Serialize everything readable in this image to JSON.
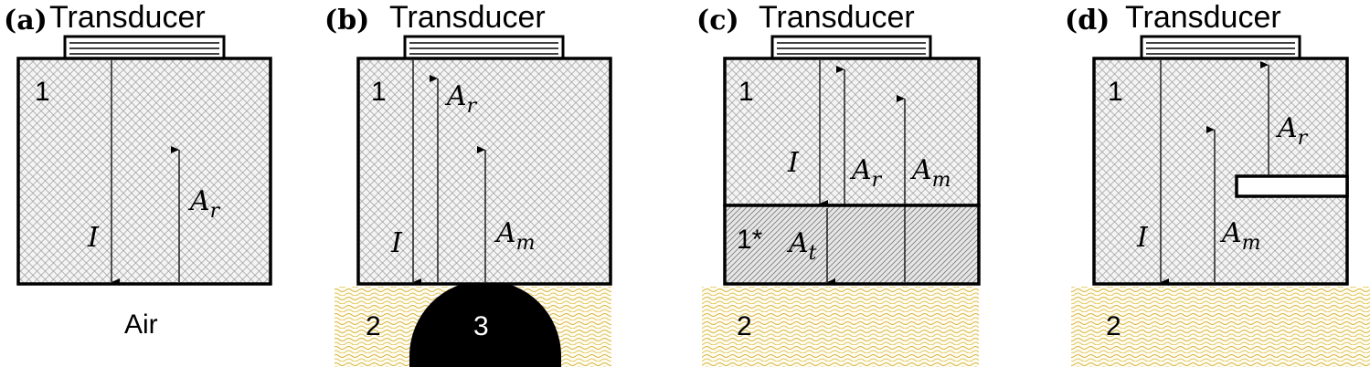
{
  "panels": [
    {
      "letter": "(a)",
      "title": "Transducer",
      "block_label": "1",
      "below_label": "Air",
      "incident": "I",
      "reflected": {
        "base": "A",
        "sub": "r"
      }
    },
    {
      "letter": "(b)",
      "title": "Transducer",
      "block_label": "1",
      "ground_label": "2",
      "object_label": "3",
      "incident": "I",
      "reflected": {
        "base": "A",
        "sub": "r"
      },
      "measured": {
        "base": "A",
        "sub": "m"
      }
    },
    {
      "letter": "(c)",
      "title": "Transducer",
      "block_label": "1",
      "layer_label": "1*",
      "ground_label": "2",
      "incident": "I",
      "reflected": {
        "base": "A",
        "sub": "r"
      },
      "measured": {
        "base": "A",
        "sub": "m"
      },
      "transmitted": {
        "base": "A",
        "sub": "t"
      }
    },
    {
      "letter": "(d)",
      "title": "Transducer",
      "block_label": "1",
      "ground_label": "2",
      "incident": "I",
      "reflected": {
        "base": "A",
        "sub": "r"
      },
      "measured": {
        "base": "A",
        "sub": "m"
      }
    }
  ],
  "colors": {
    "outline": "#000000",
    "crosshatch": "#9a9a9a",
    "soil_wave": "#d6b23c",
    "object_fill": "#000000"
  }
}
